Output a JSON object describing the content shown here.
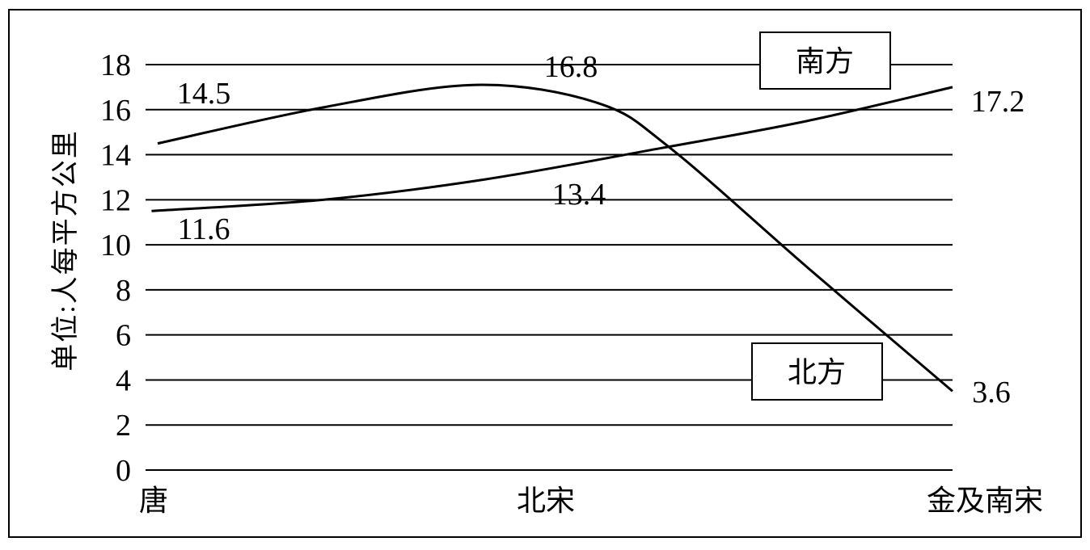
{
  "chart_data": {
    "type": "line",
    "title": "",
    "xlabel": "",
    "ylabel": "单位:人每平方公里",
    "categories": [
      "唐",
      "北宋",
      "金及南宋"
    ],
    "ylim": [
      0,
      18
    ],
    "yticks": [
      "0",
      "2",
      "4",
      "6",
      "8",
      "10",
      "12",
      "14",
      "16",
      "18"
    ],
    "grid": true,
    "series": [
      {
        "name": "北方",
        "values": [
          14.5,
          16.8,
          3.6
        ],
        "value_labels": [
          "14.5",
          "16.8",
          "3.6"
        ],
        "curve_points": [
          [
            0.03,
            14.5
          ],
          [
            0.44,
            16.1
          ],
          [
            0.82,
            17.1
          ],
          [
            1.12,
            16.3
          ],
          [
            1.3,
            14.3
          ],
          [
            1.64,
            9.0
          ],
          [
            2.0,
            3.5
          ]
        ]
      },
      {
        "name": "南方",
        "values": [
          11.6,
          13.4,
          17.2
        ],
        "value_labels": [
          "11.6",
          "13.4",
          "17.2"
        ],
        "curve_points": [
          [
            0.015,
            11.5
          ],
          [
            0.44,
            12.0
          ],
          [
            0.84,
            12.9
          ],
          [
            1.28,
            14.3
          ],
          [
            1.64,
            15.5
          ],
          [
            2.0,
            17.0
          ]
        ]
      }
    ]
  }
}
